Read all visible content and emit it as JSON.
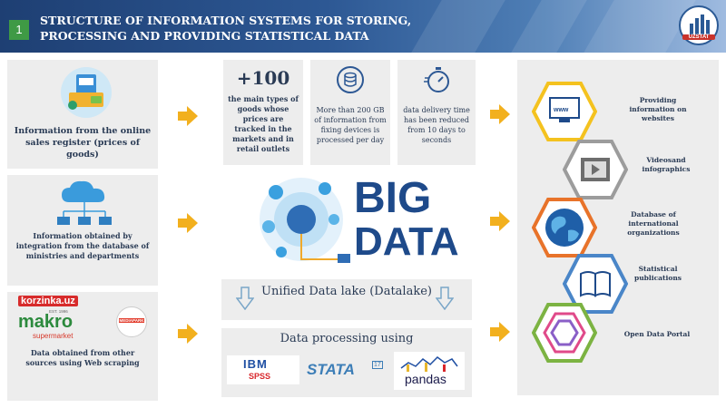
{
  "header": {
    "number": "1",
    "title": "STRUCTURE OF INFORMATION SYSTEMS FOR STORING, PROCESSING AND PROVIDING STATISTICAL DATA",
    "logo_text": "UZSTAT"
  },
  "sources": [
    {
      "label": "Information from the online sales register (prices of goods)"
    },
    {
      "label": "Information obtained by integration from the database of ministries and departments"
    },
    {
      "label": "Data obtained from other sources using Web scraping"
    }
  ],
  "brands": {
    "korzinka": "korzinka.uz",
    "korzinka_sub": "EST. 1996",
    "makro": "makro",
    "makro_sub": "supermarket",
    "mediapark": "MEDIAPARK"
  },
  "stats": [
    {
      "big": "+100",
      "text": "the main types of goods whose prices are tracked in the markets and in retail outlets"
    },
    {
      "text": "More than 200 GB of information from fixing devices is processed per day"
    },
    {
      "text": "data delivery time has been reduced from 10 days to seconds"
    }
  ],
  "big_data": {
    "line1": "BIG",
    "line2": "DATA"
  },
  "datalake": {
    "label": "Unified Data lake (Datalake)"
  },
  "processing": {
    "label": "Data processing using",
    "tools": {
      "ibm": "IBM",
      "spss": "SPSS",
      "stata": "STATA",
      "stata_version": "17",
      "pandas": "pandas"
    }
  },
  "outputs": [
    {
      "label": "Providing information on websites",
      "icon_text": "www"
    },
    {
      "label": "Videosand infographics"
    },
    {
      "label": "Database of international organizations"
    },
    {
      "label": "Statistical publications"
    },
    {
      "label": "Open Data Portal"
    }
  ],
  "colors": {
    "header": "#2d5894",
    "badge": "#3f9a45",
    "arrow": "#f2b01e",
    "hex_yellow": "#f4c21f",
    "hex_gray": "#9c9c9c",
    "hex_orange": "#e8732a",
    "hex_blue": "#4a86c8",
    "hex_green": "#7cb342",
    "big_data": "#1e4a8a",
    "panel": "#ededed"
  }
}
